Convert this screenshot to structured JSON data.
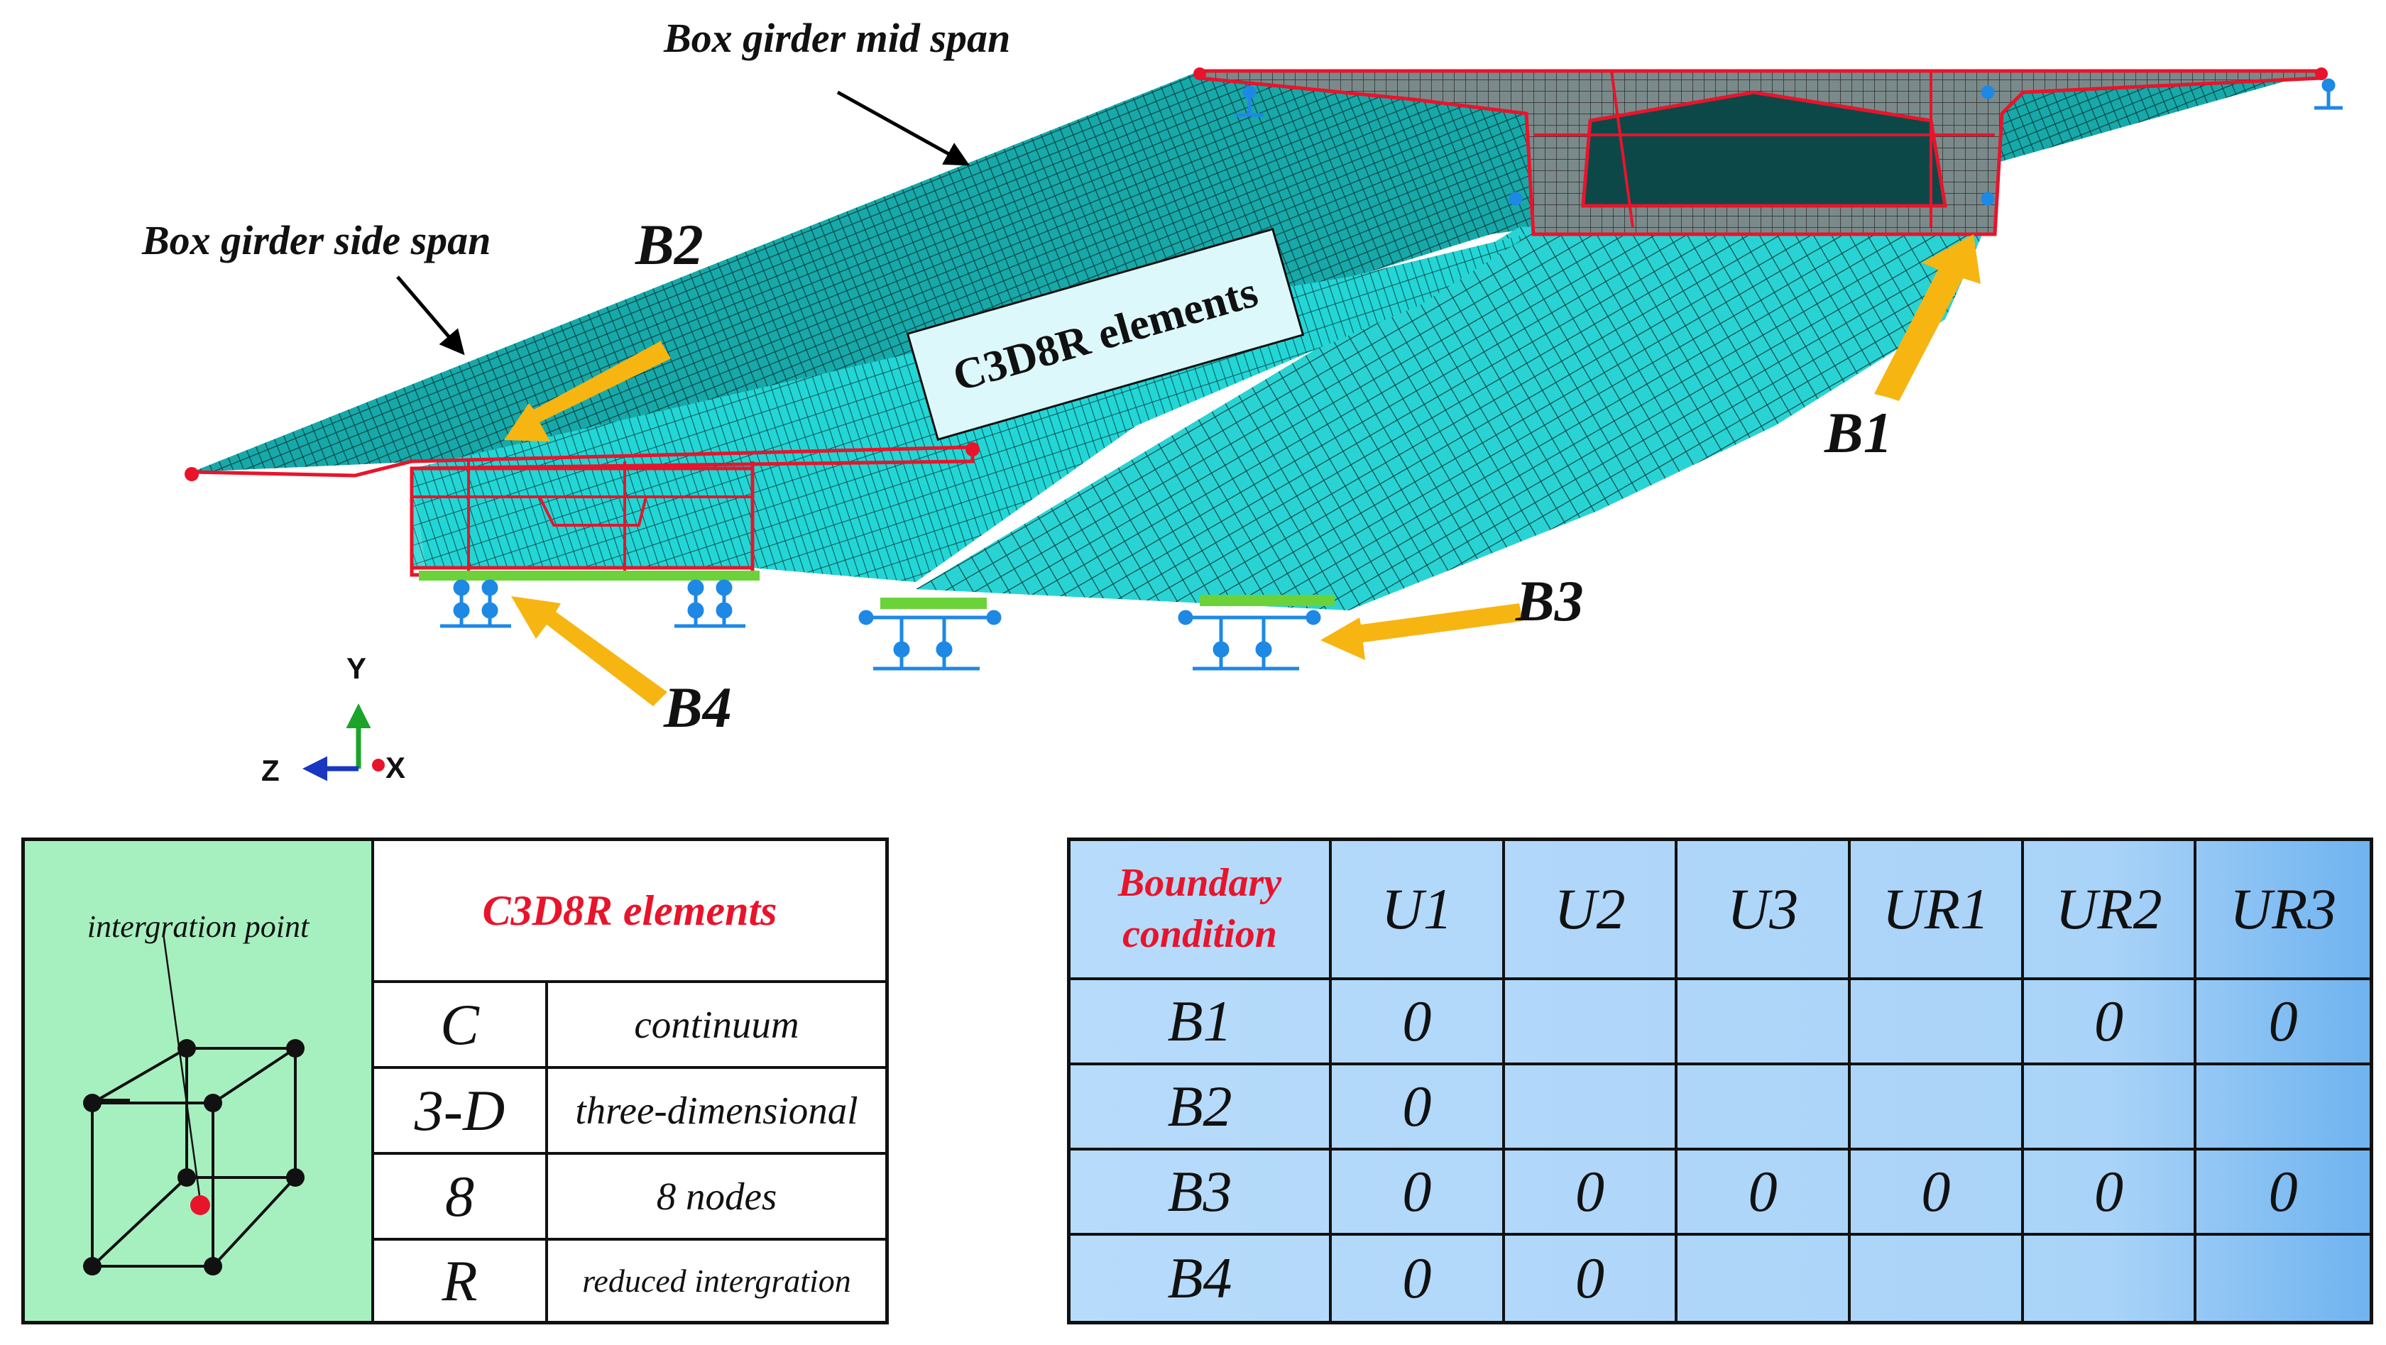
{
  "labels": {
    "mid_span": "Box girder mid span",
    "side_span": "Box girder side span",
    "element_box": "C3D8R elements",
    "b1": "B1",
    "b2": "B2",
    "b3": "B3",
    "b4": "B4"
  },
  "axes": {
    "y": "Y",
    "z": "Z",
    "x": "X"
  },
  "colors": {
    "mesh_line": "#0b3f3f",
    "mesh_fill": "#1fd0d0",
    "section_outline": "#e8142b",
    "arrow": "#f7b512",
    "support": "#1e88e5",
    "bearing_plate": "#6cd23a"
  },
  "element_table": {
    "title": "C3D8R elements",
    "figure_label": "intergration point",
    "rows": [
      {
        "abbr": "C",
        "meaning": "continuum"
      },
      {
        "abbr": "3-D",
        "meaning": "three-dimensional"
      },
      {
        "abbr": "8",
        "meaning": "8 nodes"
      },
      {
        "abbr": "R",
        "meaning": "reduced intergration"
      }
    ]
  },
  "bc_table": {
    "header_line1": "Boundary",
    "header_line2": "condition",
    "columns": [
      "U1",
      "U2",
      "U3",
      "UR1",
      "UR2",
      "UR3"
    ],
    "rows": [
      {
        "name": "B1",
        "values": [
          "0",
          "",
          "",
          "",
          "0",
          "0"
        ]
      },
      {
        "name": "B2",
        "values": [
          "0",
          "",
          "",
          "",
          "",
          ""
        ]
      },
      {
        "name": "B3",
        "values": [
          "0",
          "0",
          "0",
          "0",
          "0",
          "0"
        ]
      },
      {
        "name": "B4",
        "values": [
          "0",
          "0",
          "",
          "",
          "",
          ""
        ]
      }
    ]
  }
}
